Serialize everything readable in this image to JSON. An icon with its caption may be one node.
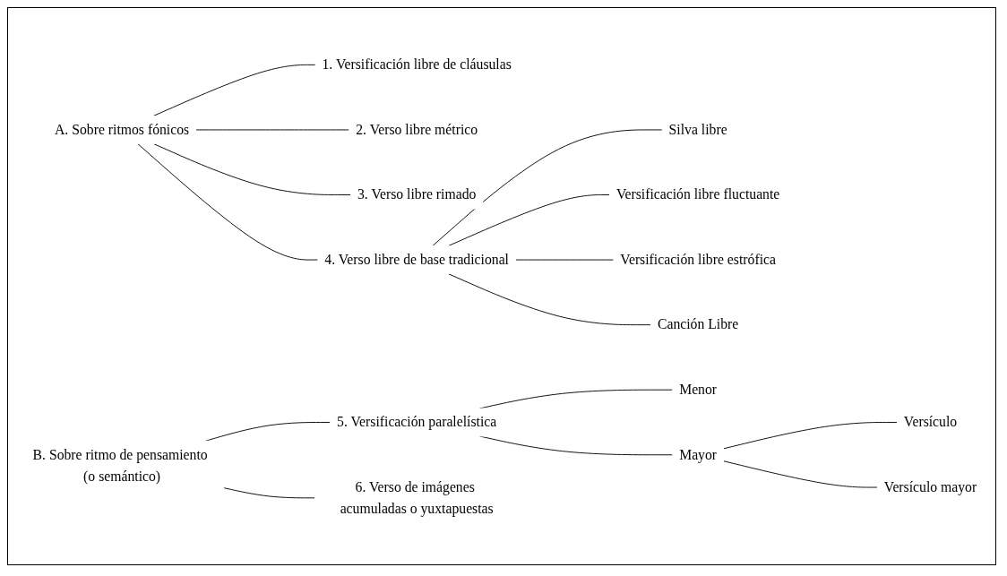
{
  "diagram": {
    "nodes": [
      {
        "text": [
          "A. Sobre ritmos fónicos"
        ]
      },
      {
        "text": [
          "1. Versificación libre de cláusulas"
        ]
      },
      {
        "text": [
          "2. Verso libre métrico"
        ]
      },
      {
        "text": [
          "3. Verso libre rimado"
        ]
      },
      {
        "text": [
          "4. Verso libre de base tradicional"
        ]
      },
      {
        "text": [
          "Silva libre"
        ]
      },
      {
        "text": [
          "Versificación libre fluctuante"
        ]
      },
      {
        "text": [
          "Versificación libre estrófica"
        ]
      },
      {
        "text": [
          "Canción Libre"
        ]
      },
      {
        "text": [
          "B. Sobre ritmo de pensamiento (o semántico)"
        ]
      },
      {
        "text": [
          "5. Versificación paralelística"
        ]
      },
      {
        "text": [
          "6. Verso de imágenes acumuladas o yuxtapuestas"
        ]
      },
      {
        "text": [
          "Menor"
        ]
      },
      {
        "text": [
          "Mayor"
        ]
      },
      {
        "text": [
          "Versículo"
        ]
      },
      {
        "text": [
          "Versículo mayor"
        ]
      }
    ],
    "edges": [
      {
        "from": 0,
        "to": 1,
        "arrow": "none"
      },
      {
        "from": 0,
        "to": 2,
        "arrow": "none"
      },
      {
        "from": 0,
        "to": 3,
        "arrow": "none"
      },
      {
        "from": 0,
        "to": 4,
        "arrow": "none"
      },
      {
        "from": 4,
        "to": 5,
        "arrow": "none"
      },
      {
        "from": 4,
        "to": 6,
        "arrow": "none"
      },
      {
        "from": 4,
        "to": 7,
        "arrow": "none"
      },
      {
        "from": 4,
        "to": 8,
        "arrow": "none"
      },
      {
        "from": 9,
        "to": 10,
        "arrow": "none"
      },
      {
        "from": 9,
        "to": 11,
        "arrow": "none"
      },
      {
        "from": 10,
        "to": 12,
        "arrow": "none"
      },
      {
        "from": 10,
        "to": 13,
        "arrow": "none"
      },
      {
        "from": 13,
        "to": 14,
        "arrow": "none"
      },
      {
        "from": 13,
        "to": 15,
        "arrow": "none"
      }
    ]
  }
}
